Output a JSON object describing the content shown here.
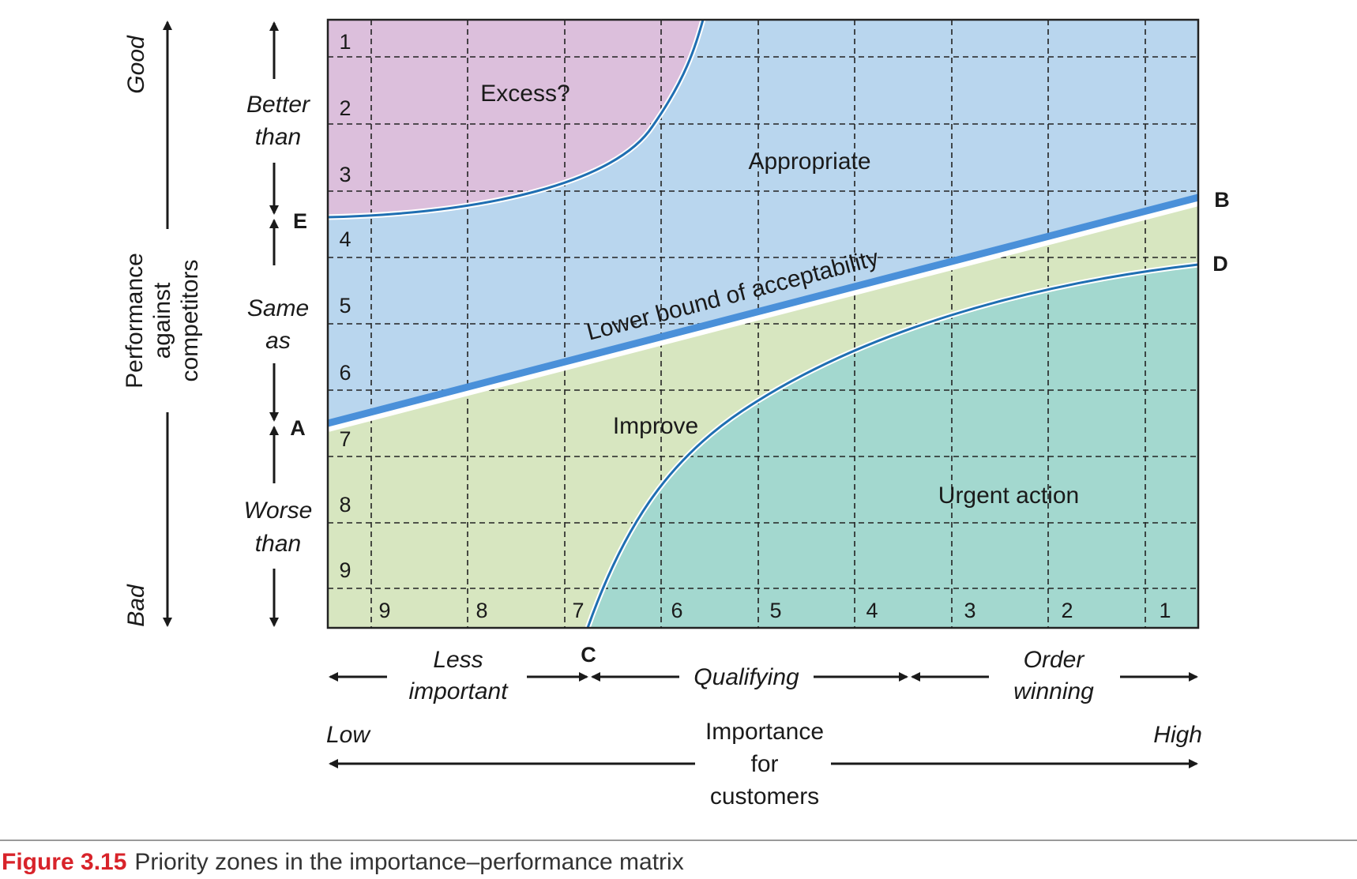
{
  "colors": {
    "excess": "#dcbfdc",
    "appropriate": "#b9d6ee",
    "improve": "#d7e6c0",
    "urgent": "#a3d8cf",
    "boundary_blue": "#1f6fb2",
    "band_blue": "#4a90d9",
    "caption_red": "#d8232a"
  },
  "left_axis": {
    "top": "Good",
    "bottom": "Bad",
    "title_lines": [
      "Performance",
      "against",
      "competitors"
    ]
  },
  "performance_bands": [
    {
      "lines": [
        "Better",
        "than"
      ]
    },
    {
      "lines": [
        "Same",
        "as"
      ]
    },
    {
      "lines": [
        "Worse",
        "than"
      ]
    }
  ],
  "row_numbers": [
    "1",
    "2",
    "3",
    "4",
    "5",
    "6",
    "7",
    "8",
    "9"
  ],
  "col_numbers": [
    "9",
    "8",
    "7",
    "6",
    "5",
    "4",
    "3",
    "2",
    "1"
  ],
  "zones": {
    "excess": "Excess?",
    "appropriate": "Appropriate",
    "lower_bound": "Lower bound of acceptability",
    "improve": "Improve",
    "urgent": "Urgent action"
  },
  "points": {
    "a": "A",
    "b": "B",
    "c": "C",
    "d": "D",
    "e": "E"
  },
  "importance_bands": [
    {
      "lines": [
        "Less",
        "important"
      ]
    },
    {
      "lines": [
        "Qualifying"
      ]
    },
    {
      "lines": [
        "Order",
        "winning"
      ]
    }
  ],
  "bottom_axis": {
    "low": "Low",
    "high": "High",
    "title_lines": [
      "Importance",
      "for",
      "customers"
    ]
  },
  "caption": {
    "figure": "Figure 3.15",
    "text": "Priority zones in the importance–performance matrix"
  }
}
